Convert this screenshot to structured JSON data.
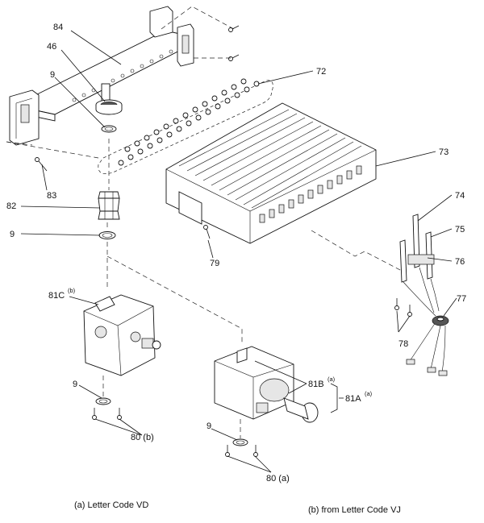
{
  "callouts": {
    "c84": "84",
    "c46": "46",
    "c9a": "9",
    "c72": "72",
    "c73": "73",
    "c83": "83",
    "c82": "82",
    "c9b": "9",
    "c79": "79",
    "c74": "74",
    "c75": "75",
    "c76": "76",
    "c77": "77",
    "c78": "78",
    "c81c": "81C",
    "c81c_sup": "(b)",
    "c9c": "9",
    "c80b": "80 (b)",
    "c81b": "81B",
    "c81b_sup": "(a)",
    "c81a": "81A",
    "c81a_sup": "(a)",
    "c9d": "9",
    "c80a": "80 (a)"
  },
  "captions": {
    "left": "(a) Letter Code  VD",
    "right": "(b) from  Letter Code  VJ"
  }
}
